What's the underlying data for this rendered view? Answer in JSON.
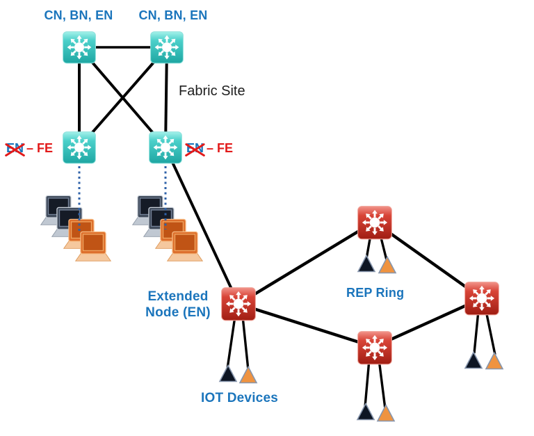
{
  "labels": {
    "core_left": "CN,  BN, EN",
    "core_right": "CN,  BN, EN",
    "fabric_site": "Fabric Site",
    "edge_left": {
      "old_role": "EN",
      "new_role": "– FE"
    },
    "edge_right": {
      "old_role": "EN",
      "new_role": "– FE"
    },
    "extended_node": "Extended Node (EN)",
    "rep_ring": "REP Ring",
    "iot_devices": "IOT Devices"
  },
  "colors": {
    "label_blue": "#1b75bc",
    "label_red": "#e21a1a",
    "fabric_site_text": "#1d1d1d",
    "switch_teal": "#38c7c1",
    "switch_red": "#cf392d",
    "link_black": "#000000",
    "dotted_link_blue": "#2f62a8",
    "iot_triangle_black": "#0d1523",
    "iot_triangle_orange": "#ef9340",
    "laptop_dark": "#414c5c",
    "laptop_orange": "#dd6f2c"
  },
  "nodes": [
    {
      "id": "core-switch-left",
      "icon": "switch-icon",
      "color": "teal",
      "role_label": "CN,  BN, EN"
    },
    {
      "id": "core-switch-right",
      "icon": "switch-icon",
      "color": "teal",
      "role_label": "CN,  BN, EN"
    },
    {
      "id": "edge-switch-left",
      "icon": "switch-icon",
      "color": "teal",
      "role_label": "EN – FE (EN struck out)"
    },
    {
      "id": "edge-switch-right",
      "icon": "switch-icon",
      "color": "teal",
      "role_label": "EN – FE (EN struck out)"
    },
    {
      "id": "extended-node-switch",
      "icon": "switch-icon",
      "color": "red",
      "role_label": "Extended Node (EN)"
    },
    {
      "id": "rep-ring-switch-top",
      "icon": "switch-icon",
      "color": "red"
    },
    {
      "id": "rep-ring-switch-right",
      "icon": "switch-icon",
      "color": "red"
    },
    {
      "id": "rep-ring-switch-bottom",
      "icon": "switch-icon",
      "color": "red"
    }
  ],
  "device_groups": {
    "laptop_clusters": [
      {
        "id": "left-cluster",
        "dark_laptops": 2,
        "orange_laptops": 2,
        "uplink": "edge-switch-left",
        "link_style": "blue-dotted"
      },
      {
        "id": "right-cluster",
        "dark_laptops": 2,
        "orange_laptops": 2,
        "uplink": "edge-switch-right",
        "link_style": "blue-dotted"
      }
    ],
    "iot_triangle_pairs": [
      {
        "at": "extended-node-switch",
        "triangles": [
          "black",
          "orange"
        ]
      },
      {
        "at": "rep-ring-switch-top",
        "triangles": [
          "black",
          "orange"
        ]
      },
      {
        "at": "rep-ring-switch-bottom",
        "triangles": [
          "black",
          "orange"
        ]
      },
      {
        "at": "rep-ring-switch-right",
        "triangles": [
          "black",
          "orange"
        ]
      }
    ]
  }
}
